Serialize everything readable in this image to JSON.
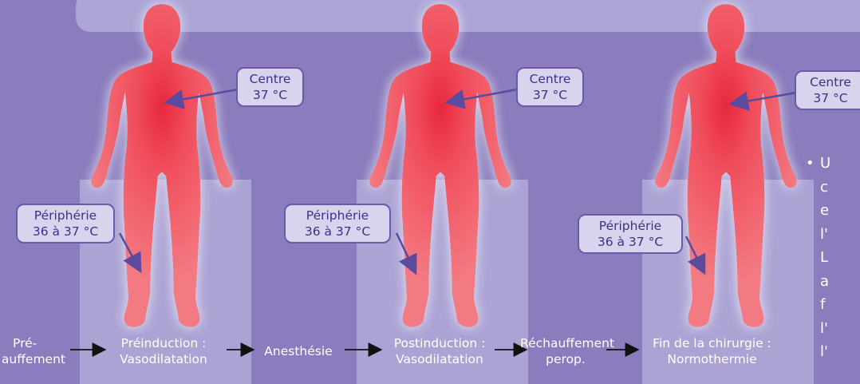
{
  "callouts": {
    "center_label": "Centre",
    "center_value": "37 °C",
    "periphery_label": "Périphérie",
    "periphery_value": "36 à 37 °C"
  },
  "steps": {
    "prewarm_line1": "Pré-",
    "prewarm_line2": "auffement",
    "preinduction_line1": "Préinduction :",
    "preinduction_line2": "Vasodilatation",
    "anesthesia": "Anesthésie",
    "postinduction_line1": "Postinduction :",
    "postinduction_line2": "Vasodilatation",
    "rewarming_line1": "Réchauffement",
    "rewarming_line2": "perop.",
    "end_line1": "Fin de la chirurgie :",
    "end_line2": "Normothermie"
  },
  "side_text": {
    "bullet": "•",
    "lines": [
      "U",
      "c",
      "e",
      "l'",
      "L",
      "a",
      "f",
      "l'",
      "l'"
    ]
  },
  "colors": {
    "background": "#8a7cbd",
    "body_red": "#f0606a",
    "core_red": "#e8283c",
    "callout_border": "#6a5aa8",
    "arrow": "#5c4a9e"
  }
}
